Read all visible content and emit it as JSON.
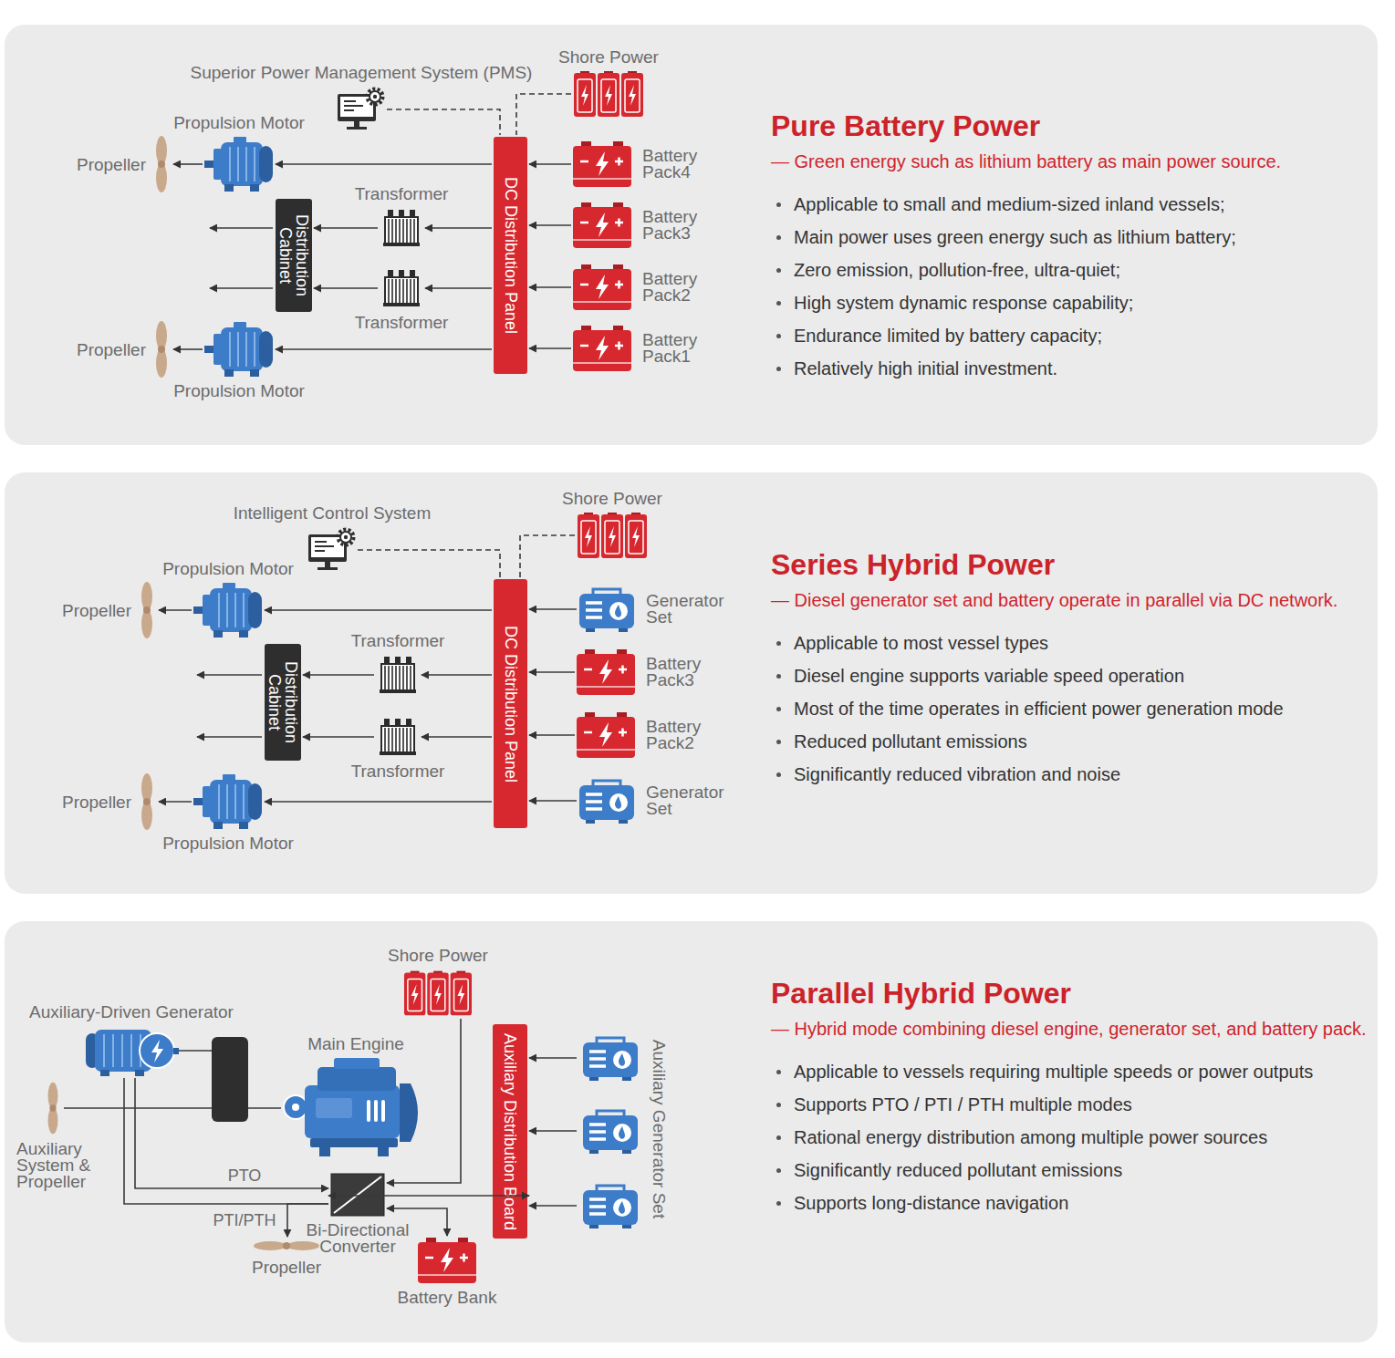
{
  "diagram": {
    "nodes": [
      {
        "text": [
          "Pure Battery Power",
          "— Green energy such as lithium battery as main power source.",
          "Applicable to small and medium-sized inland vessels;",
          "Main power uses green energy such as lithium battery;",
          "Zero emission, pollution-free, ultra-quiet;",
          "High system dynamic response capability;",
          "Endurance limited by battery capacity;",
          "Relatively high initial investment."
        ]
      },
      {
        "text": [
          "Superior Power Management System (PMS)"
        ],
        "in": 0
      },
      {
        "text": [
          "Shore Power"
        ],
        "in": 0
      },
      {
        "text": [
          "Propulsion Motor"
        ],
        "in": 0
      },
      {
        "text": [
          "Propeller"
        ],
        "in": 0
      },
      {
        "text": [
          "Transformer"
        ],
        "in": 0
      },
      {
        "text": [
          "Distribution Cabinet"
        ],
        "in": 0
      },
      {
        "text": [
          "Transformer"
        ],
        "in": 0
      },
      {
        "text": [
          "DC Distribution Panel"
        ],
        "in": 0
      },
      {
        "text": [
          "Battery Pack4"
        ],
        "in": 0
      },
      {
        "text": [
          "Battery Pack3"
        ],
        "in": 0
      },
      {
        "text": [
          "Battery Pack2"
        ],
        "in": 0
      },
      {
        "text": [
          "Battery Pack1"
        ],
        "in": 0
      },
      {
        "text": [
          "Propeller"
        ],
        "in": 0
      },
      {
        "text": [
          "Propulsion Motor"
        ],
        "in": 0
      },
      {
        "text": [
          "Series Hybrid Power",
          "— Diesel generator set and battery operate in parallel via DC network.",
          "Applicable to most vessel types",
          "Diesel engine supports variable speed operation",
          "Most of the time operates in efficient power generation mode",
          "Reduced pollutant emissions",
          "Significantly reduced vibration and noise"
        ]
      },
      {
        "text": [
          "Intelligent Control System"
        ],
        "in": 15
      },
      {
        "text": [
          "Shore Power"
        ],
        "in": 15
      },
      {
        "text": [
          "Propulsion Motor"
        ],
        "in": 15
      },
      {
        "text": [
          "Propeller"
        ],
        "in": 15
      },
      {
        "text": [
          "Transformer"
        ],
        "in": 15
      },
      {
        "text": [
          "Distribution Cabinet"
        ],
        "in": 15
      },
      {
        "text": [
          "Transformer"
        ],
        "in": 15
      },
      {
        "text": [
          "DC Distribution Panel"
        ],
        "in": 15
      },
      {
        "text": [
          "Generator Set"
        ],
        "in": 15
      },
      {
        "text": [
          "Battery Pack3"
        ],
        "in": 15
      },
      {
        "text": [
          "Battery Pack2"
        ],
        "in": 15
      },
      {
        "text": [
          "Generator Set"
        ],
        "in": 15
      },
      {
        "text": [
          "Propeller"
        ],
        "in": 15
      },
      {
        "text": [
          "Propulsion Motor"
        ],
        "in": 15
      },
      {
        "text": [
          "Parallel Hybrid Power",
          "— Hybrid mode combining diesel engine, generator set, and battery pack.",
          "Applicable to vessels requiring multiple speeds or power outputs",
          "Supports PTO / PTI / PTH multiple modes",
          "Rational energy distribution among multiple power sources",
          "Significantly reduced pollutant emissions",
          "Supports long-distance navigation"
        ]
      },
      {
        "text": [
          "Shore Power"
        ],
        "in": 30
      },
      {
        "text": [
          "Auxiliary-Driven Generator"
        ],
        "in": 30
      },
      {
        "text": [
          "Main Engine"
        ],
        "in": 30
      },
      {
        "text": [
          "Auxiliary System & Propeller"
        ],
        "in": 30
      },
      {
        "text": [
          "Auxiliary Distribution Board"
        ],
        "in": 30
      },
      {
        "text": [
          "Auxiliary Generator Set"
        ],
        "in": 30
      },
      {
        "text": [
          "Bi-Directional Converter"
        ],
        "in": 30
      },
      {
        "text": [
          "Propeller"
        ],
        "in": 30
      },
      {
        "text": [
          "Battery Bank"
        ],
        "in": 30
      }
    ],
    "edges": [
      {
        "from": 1,
        "to": 8,
        "arrow": "none"
      },
      {
        "from": 2,
        "to": 8,
        "arrow": "none"
      },
      {
        "from": 8,
        "to": 3,
        "arrow": "to"
      },
      {
        "from": 3,
        "to": 4,
        "arrow": "to"
      },
      {
        "from": 8,
        "to": 5,
        "arrow": "to"
      },
      {
        "from": 5,
        "to": 6,
        "arrow": "to"
      },
      {
        "from": 8,
        "to": 7,
        "arrow": "to"
      },
      {
        "from": 7,
        "to": 6,
        "arrow": "to"
      },
      {
        "from": 9,
        "to": 8,
        "arrow": "to"
      },
      {
        "from": 10,
        "to": 8,
        "arrow": "to"
      },
      {
        "from": 11,
        "to": 8,
        "arrow": "to"
      },
      {
        "from": 12,
        "to": 8,
        "arrow": "to"
      },
      {
        "from": 8,
        "to": 14,
        "arrow": "to"
      },
      {
        "from": 14,
        "to": 13,
        "arrow": "to"
      },
      {
        "from": 16,
        "to": 23,
        "arrow": "none"
      },
      {
        "from": 17,
        "to": 23,
        "arrow": "none"
      },
      {
        "from": 23,
        "to": 18,
        "arrow": "to"
      },
      {
        "from": 18,
        "to": 19,
        "arrow": "to"
      },
      {
        "from": 23,
        "to": 20,
        "arrow": "to"
      },
      {
        "from": 20,
        "to": 21,
        "arrow": "to"
      },
      {
        "from": 23,
        "to": 22,
        "arrow": "to"
      },
      {
        "from": 22,
        "to": 21,
        "arrow": "to"
      },
      {
        "from": 24,
        "to": 23,
        "arrow": "to"
      },
      {
        "from": 25,
        "to": 23,
        "arrow": "to"
      },
      {
        "from": 26,
        "to": 23,
        "arrow": "to"
      },
      {
        "from": 27,
        "to": 23,
        "arrow": "to"
      },
      {
        "from": 23,
        "to": 29,
        "arrow": "to"
      },
      {
        "from": 29,
        "to": 28,
        "arrow": "to"
      },
      {
        "from": 33,
        "to": 34,
        "arrow": "none"
      },
      {
        "from": 32,
        "to": 37,
        "label": "PTO",
        "arrow": "to"
      },
      {
        "from": 37,
        "to": 38,
        "label": "PTI/PTH",
        "arrow": "to"
      },
      {
        "from": 37,
        "to": 32,
        "arrow": "none"
      },
      {
        "from": 31,
        "to": 37,
        "arrow": "to"
      },
      {
        "from": 37,
        "to": 35,
        "arrow": "both"
      },
      {
        "from": 37,
        "to": 39,
        "arrow": "both"
      },
      {
        "from": 36,
        "to": 35,
        "arrow": "to"
      },
      {
        "from": 36,
        "to": 35,
        "arrow": "to"
      },
      {
        "from": 36,
        "to": 35,
        "arrow": "to"
      }
    ]
  }
}
